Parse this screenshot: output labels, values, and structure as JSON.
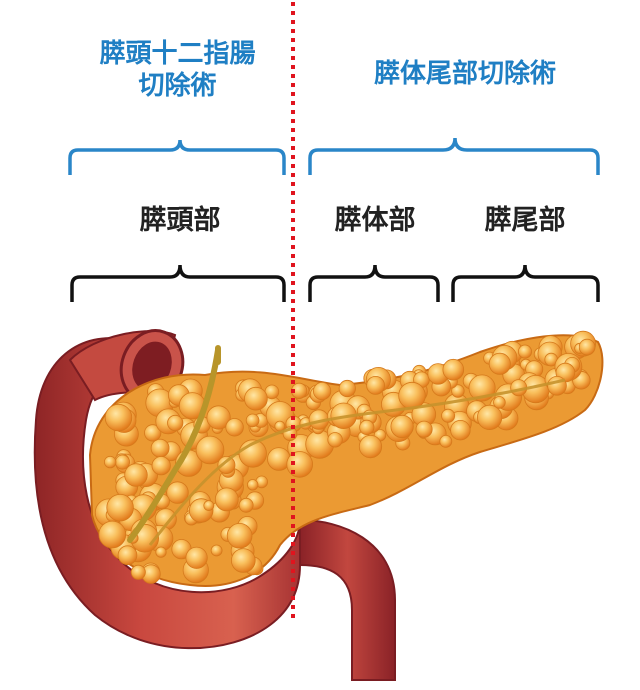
{
  "colors": {
    "surgery_label": "#1f7fc4",
    "bracket_blue": "#2a86c8",
    "bracket_black": "#111111",
    "divider": "#e0141e",
    "pancreas_light": "#f9c060",
    "pancreas_dark": "#e07d1c",
    "duodenum": "#b63a36",
    "duodenum_inner": "#7e1d22",
    "duct": "#b8952a"
  },
  "surgeries": {
    "left": {
      "line1": "膵頭十二指腸",
      "line2": "切除術"
    },
    "right": {
      "line1": "膵体尾部切除術"
    }
  },
  "parts": {
    "head": "膵頭部",
    "body": "膵体部",
    "tail": "膵尾部"
  }
}
